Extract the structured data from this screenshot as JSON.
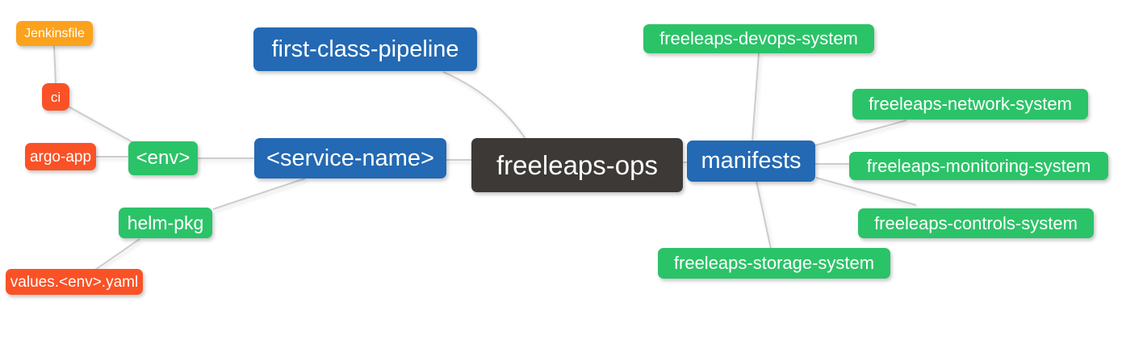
{
  "palette": {
    "root_node": "#3d3936",
    "branch_blue": "#2369b3",
    "leaf_green": "#2bc368",
    "leaf_orange": "#fba21d",
    "leaf_red": "#fa5226",
    "edge_line": "#cccccc",
    "node_text": "#ffffff",
    "background": "#ffffff"
  },
  "nodes": {
    "root": {
      "label": "freeleaps-ops"
    },
    "first_class_pipeline": {
      "label": "first-class-pipeline"
    },
    "service_name": {
      "label": "<service-name>"
    },
    "manifests": {
      "label": "manifests"
    },
    "env": {
      "label": "<env>"
    },
    "helm_pkg": {
      "label": "helm-pkg"
    },
    "ci": {
      "label": "ci"
    },
    "jenkinsfile": {
      "label": "Jenkinsfile"
    },
    "argo_app": {
      "label": "argo-app"
    },
    "values_yaml": {
      "label": "values.<env>.yaml"
    },
    "devops_system": {
      "label": "freeleaps-devops-system"
    },
    "network_system": {
      "label": "freeleaps-network-system"
    },
    "monitoring_system": {
      "label": "freeleaps-monitoring-system"
    },
    "controls_system": {
      "label": "freeleaps-controls-system"
    },
    "storage_system": {
      "label": "freeleaps-storage-system"
    }
  },
  "edges": [
    {
      "from": "jenkinsfile",
      "to": "ci"
    },
    {
      "from": "ci",
      "to": "env"
    },
    {
      "from": "argo_app",
      "to": "env"
    },
    {
      "from": "env",
      "to": "service_name"
    },
    {
      "from": "helm_pkg",
      "to": "service_name"
    },
    {
      "from": "helm_pkg",
      "to": "values_yaml"
    },
    {
      "from": "first_class_pipeline",
      "to": "root"
    },
    {
      "from": "service_name",
      "to": "root"
    },
    {
      "from": "root",
      "to": "manifests"
    },
    {
      "from": "manifests",
      "to": "devops_system"
    },
    {
      "from": "manifests",
      "to": "network_system"
    },
    {
      "from": "manifests",
      "to": "monitoring_system"
    },
    {
      "from": "manifests",
      "to": "controls_system"
    },
    {
      "from": "manifests",
      "to": "storage_system"
    }
  ]
}
